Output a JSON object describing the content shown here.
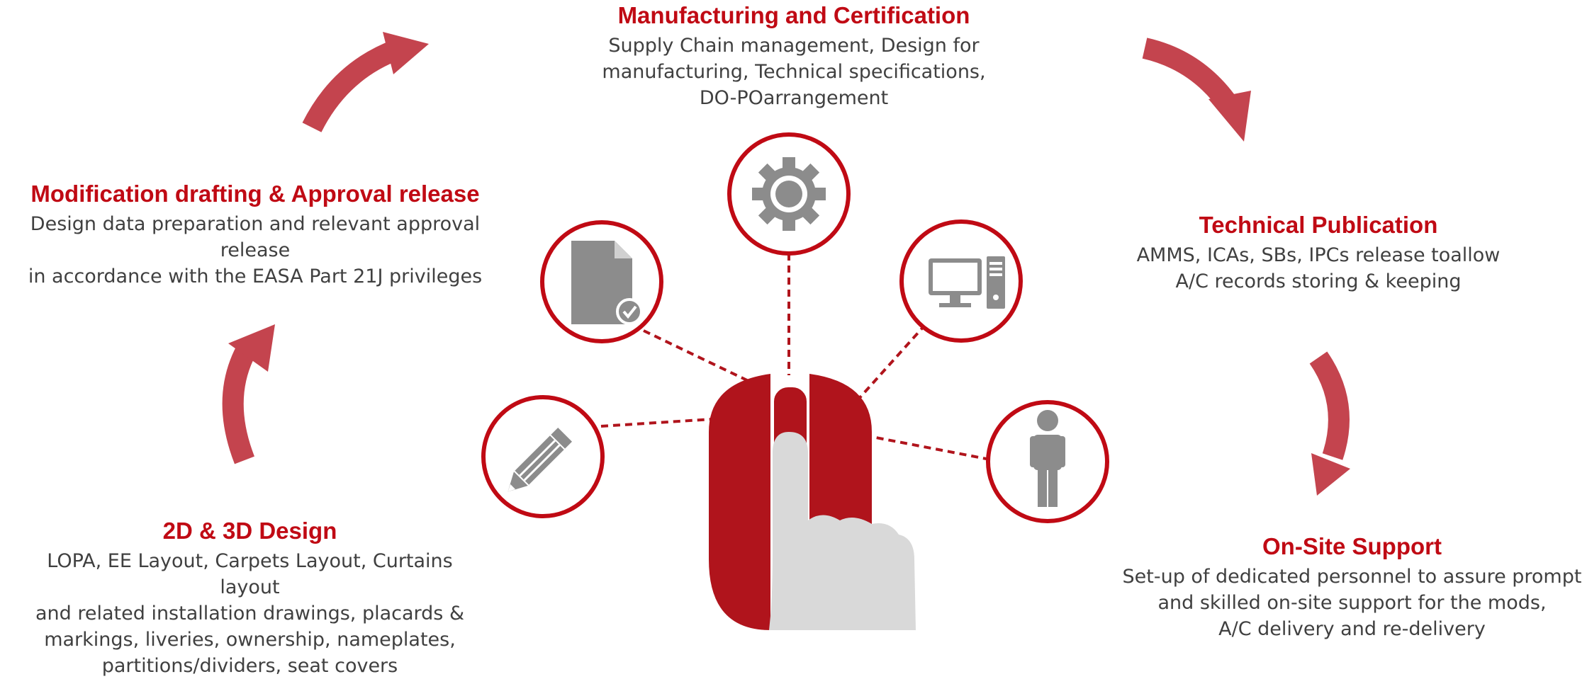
{
  "sections": {
    "manufacturing": {
      "title": "Manufacturing and Certification",
      "body": "Supply Chain management,  Design for\nmanufacturing,  Technical specifications,\nDO-POarrangement"
    },
    "modification": {
      "title": "Modification drafting & Approval release",
      "body": "Design data preparation and relevant approval release\nin accordance with the EASA Part 21J privileges"
    },
    "technical": {
      "title": "Technical Publication",
      "body": "AMMS, ICAs, SBs, IPCs release toallow\nA/C records storing & keeping"
    },
    "design": {
      "title": "2D & 3D Design",
      "body": "LOPA, EE Layout, Carpets Layout, Curtains layout\nand related installation drawings, placards &\nmarkings, liveries, ownership, nameplates,\npartitions/dividers, seat covers"
    },
    "onsite": {
      "title": "On-Site Support",
      "body": "Set-up of dedicated personnel to assure prompt\nand skilled on-site support for the mods,\nA/C delivery  and re-delivery"
    }
  },
  "colors": {
    "accent": "#c00a14",
    "arrow": "#c4444e",
    "icon": "#8c8c8c",
    "hand": "#d9d9d9",
    "text": "#404040"
  },
  "icons": [
    "document-check-icon",
    "gear-icon",
    "computer-icon",
    "pencil-icon",
    "person-icon",
    "mouse-hand-icon"
  ]
}
